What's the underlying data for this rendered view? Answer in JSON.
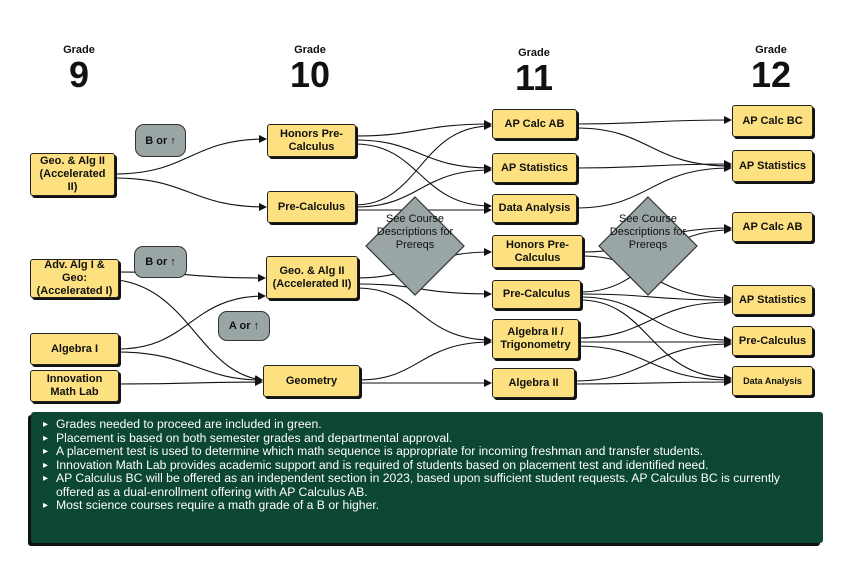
{
  "grades": [
    {
      "label": "Grade",
      "number": "9"
    },
    {
      "label": "Grade",
      "number": "10"
    },
    {
      "label": "Grade",
      "number": "11"
    },
    {
      "label": "Grade",
      "number": "12"
    }
  ],
  "courses": {
    "geo_alg2": "Geo. & Alg II (Accelerated II)",
    "adv_alg1": "Adv. Alg I & Geo: (Accelerated I)",
    "algebra1": "Algebra I",
    "innovation": "Innovation Math Lab",
    "honors_precalc_10": "Honors Pre-Calculus",
    "precalc_10": "Pre-Calculus",
    "geo_alg2_10": "Geo. & Alg II (Accelerated II)",
    "geometry": "Geometry",
    "ap_calc_ab_11": "AP Calc AB",
    "ap_stats_11": "AP Statistics",
    "data_analysis_11": "Data Analysis",
    "honors_precalc_11": "Honors Pre-Calculus",
    "precalc_11": "Pre-Calculus",
    "alg2_trig": "Algebra II / Trigonometry",
    "algebra2": "Algebra II",
    "ap_calc_bc": "AP Calc BC",
    "ap_stats_12a": "AP Statistics",
    "ap_calc_ab_12": "AP Calc AB",
    "ap_stats_12b": "AP Statistics",
    "precalc_12": "Pre-Calculus",
    "data_analysis_12": "Data Analysis"
  },
  "badges": {
    "b_or_up_1": "B or ↑",
    "b_or_up_2": "B or ↑",
    "a_or_up": "A or ↑"
  },
  "diamonds": {
    "left": "See Course Descriptions for Prereqs",
    "right": "See Course Descriptions for Prereqs"
  },
  "notes": [
    "Grades needed to proceed are included in green.",
    "Placement is based on both semester grades and departmental approval.",
    "A placement test is used to determine which math sequence is appropriate for incoming freshman and transfer students.",
    "Innovation Math Lab provides academic support and is required of students based on placement test and identified need.",
    "AP Calculus BC will be offered as an independent section in 2023, based upon sufficient student requests. AP Calculus BC is currently offered as a dual-enrollment offering with AP Calculus AB.",
    "Most science courses require a math grade of a B or higher."
  ],
  "colors": {
    "course_fill": "#fde07f",
    "badge_fill": "#9aa6a6",
    "diamond_fill": "#9aa6a6",
    "notes_bg": "#0c4635"
  }
}
